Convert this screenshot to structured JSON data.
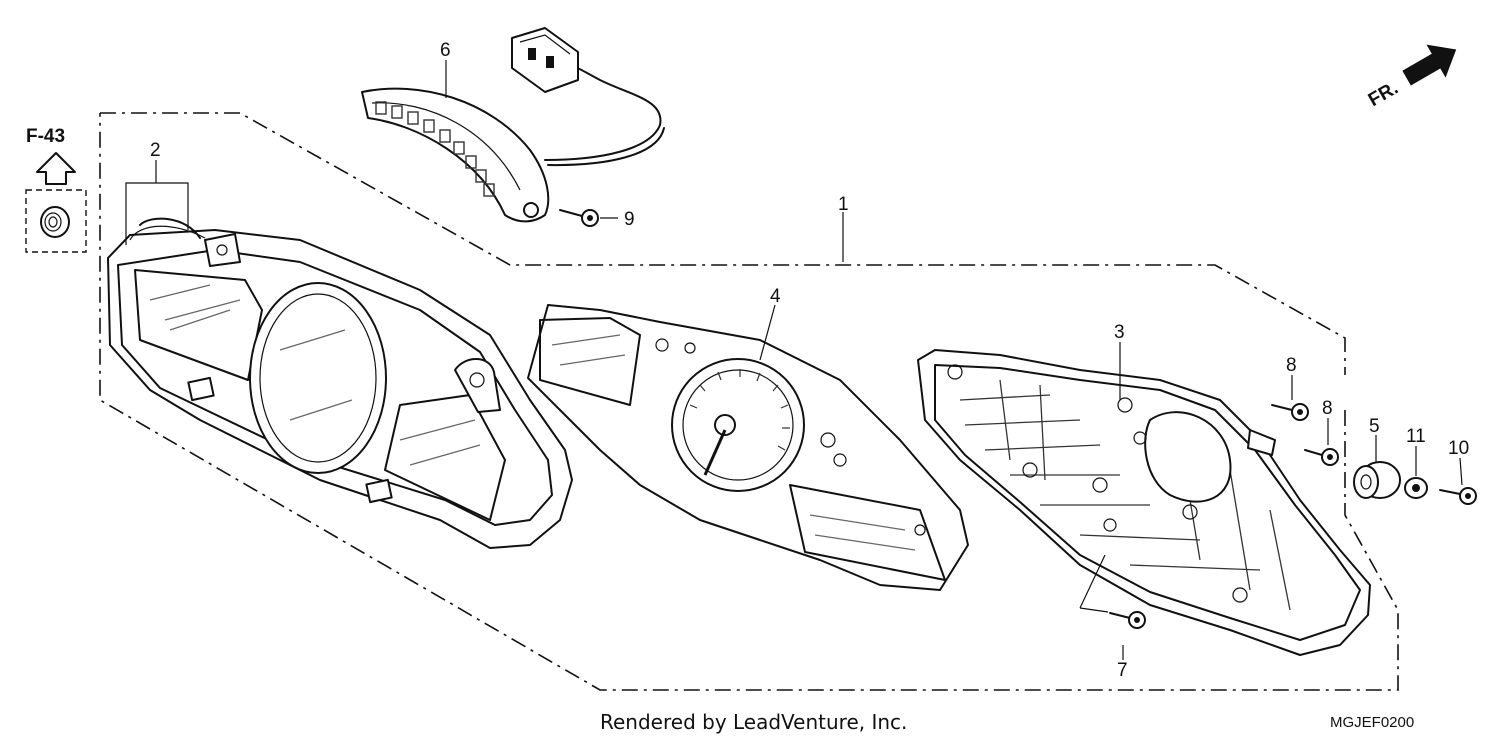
{
  "diagram": {
    "reference": {
      "label": "F-43"
    },
    "direction": {
      "label": "FR."
    },
    "callouts": [
      {
        "id": "c1",
        "label": "1"
      },
      {
        "id": "c2",
        "label": "2"
      },
      {
        "id": "c3",
        "label": "3"
      },
      {
        "id": "c4",
        "label": "4"
      },
      {
        "id": "c5",
        "label": "5"
      },
      {
        "id": "c6",
        "label": "6"
      },
      {
        "id": "c7",
        "label": "7"
      },
      {
        "id": "c8a",
        "label": "8"
      },
      {
        "id": "c8b",
        "label": "8"
      },
      {
        "id": "c9",
        "label": "9"
      },
      {
        "id": "c10",
        "label": "10"
      },
      {
        "id": "c11",
        "label": "11"
      }
    ],
    "credit": "Rendered by LeadVenture, Inc.",
    "code": "MGJEF0200"
  }
}
